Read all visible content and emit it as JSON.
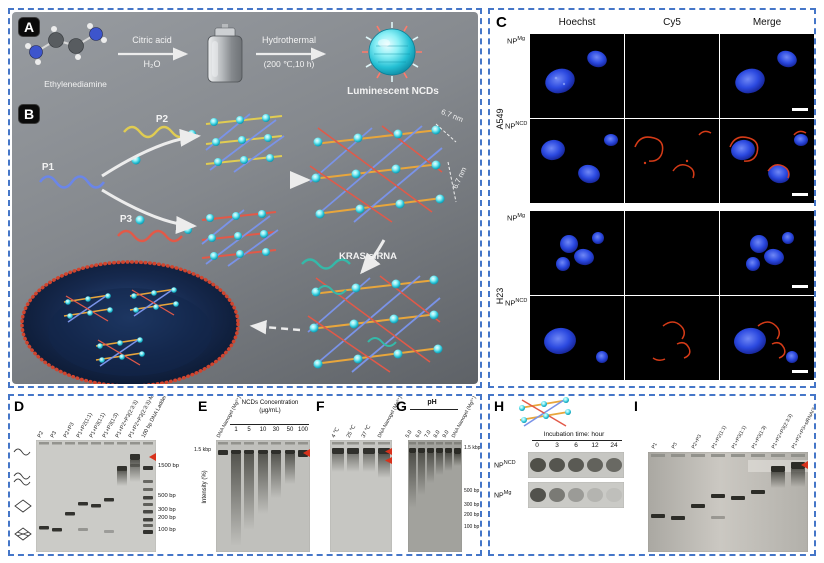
{
  "panel_a": {
    "label": "A",
    "molecule_label": "Ethylenediamine",
    "arrow1_top": "Citric acid",
    "arrow1_bottom": "H₂O",
    "arrow2_top": "Hydrothermal",
    "arrow2_bottom": "(200 ℃,10 h)",
    "product_label": "Luminescent NCDs"
  },
  "panel_b": {
    "label": "B",
    "p1": "P1",
    "p2": "P2",
    "p3": "P3",
    "size_top": "6.7 nm",
    "size_right": "6.7 nm",
    "sirna_label": "KRAS siRNA"
  },
  "panel_c": {
    "label": "C",
    "columns": [
      "Hoechst",
      "Cy5",
      "Merge"
    ],
    "group_top": "A549",
    "group_bottom": "H23",
    "np": "NP",
    "sup_mg": "Mg",
    "sup_ncd": "NCD"
  },
  "panel_d": {
    "label": "D",
    "lanes": [
      "P2",
      "P3",
      "P2+P3",
      "P1+P2(1:1)",
      "P1+P3(1:1)",
      "P1+P3(1:3)",
      "P1+P2+P3(2:3:3)",
      "P1+P2+P3(2:3:3)-Mg²⁺",
      "100 bp DNA Ladder"
    ],
    "markers": [
      "1500 bp",
      "500 bp",
      "300 bp",
      "200 bp",
      "100 bp"
    ]
  },
  "panel_e": {
    "label": "E",
    "control_lane": "DNA Nanogel (Mg²⁺)",
    "header": "NCDs Concentration",
    "header_units": "(μg/mL)",
    "concentrations": [
      "1",
      "5",
      "10",
      "30",
      "50",
      "100"
    ],
    "axis_label": "Intensity (%)",
    "marker_top": "1.5 kbp"
  },
  "panel_f": {
    "label": "F",
    "lanes": [
      "4 ℃",
      "25 ℃",
      "37 ℃"
    ],
    "control_lane": "DNA Nanogel (Mg²⁺)"
  },
  "panel_g": {
    "label": "G",
    "header": "pH",
    "lanes": [
      "5.0",
      "6.0",
      "7.0",
      "8.0",
      "9.0"
    ],
    "control_lane": "DNA Nanogel (Mg²⁺)",
    "markers": [
      "1.5 kbp",
      "500 bp",
      "300 bp",
      "200 bp",
      "100 bp"
    ]
  },
  "panel_h": {
    "label": "H",
    "header": "Incubation time: hour",
    "times": [
      "0",
      "3",
      "6",
      "12",
      "24"
    ],
    "row_top_base": "NP",
    "row_top_sup": "NCD",
    "row_bottom_base": "NP",
    "row_bottom_sup": "Mg"
  },
  "panel_i": {
    "label": "I",
    "lanes": [
      "P1",
      "P3",
      "P2+P3",
      "P1+P2(1:1)",
      "P1+P3(1:1)",
      "P1+P3(1:3)",
      "P1+P2+P3(2:3:3)",
      "P1+P2+P3+siRNA(2:3:3)"
    ]
  },
  "colors": {
    "box_border": "#4576c8",
    "hoechst_blue": "#2b49e0",
    "cy5_red": "#e23b16",
    "ncd_cyan": "#35c8d8"
  }
}
